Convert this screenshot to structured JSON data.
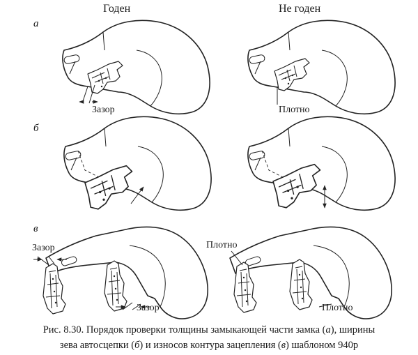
{
  "columns": {
    "good": "Годен",
    "bad": "Не годен"
  },
  "rows": {
    "a": "а",
    "b": "б",
    "v": "в"
  },
  "callouts": {
    "gap": "Зазор",
    "tight": "Плотно"
  },
  "caption": {
    "line1_pre": "Рис. 8.30. Порядок проверки толщины замыкающей части замка (",
    "line1_a": "а",
    "line1_post": "), ширины",
    "line2_pre": "зева автосцепки (",
    "line2_b": "б",
    "line2_mid": ") и износов контура зацепления (",
    "line2_v": "в",
    "line2_post": ") шаблоном 940р"
  }
}
